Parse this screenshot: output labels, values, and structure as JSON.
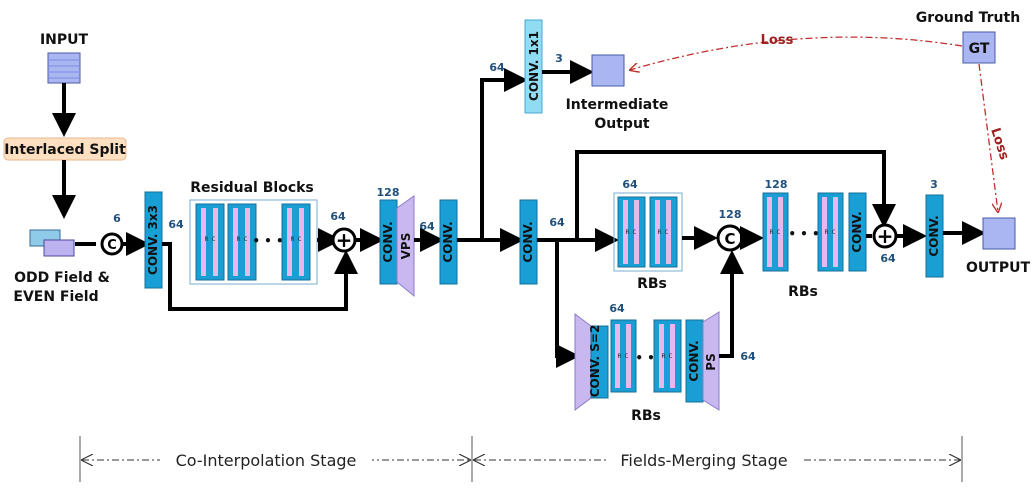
{
  "labels": {
    "input": "INPUT",
    "interlaced_split": "Interlaced Split",
    "odd_even_line1": "ODD Field &",
    "odd_even_line2": "EVEN Field",
    "residual_blocks": "Residual Blocks",
    "intermediate_line1": "Intermediate",
    "intermediate_line2": "Output",
    "ground_truth": "Ground Truth",
    "gt": "GT",
    "loss_top": "Loss",
    "loss_right": "Loss",
    "output": "OUTPUT",
    "rbs_top": "RBs",
    "rbs_bottom": "RBs",
    "rbs_right": "RBs",
    "co_interp_stage": "Co-Interpolation Stage",
    "fields_merging_stage": "Fields-Merging Stage",
    "concat_symbol": "C",
    "plus_symbol": "+",
    "dots": "• • •",
    "rc": "R C"
  },
  "blocks": {
    "conv_3x3": "CONV. 3x3",
    "conv_vps": "CONV.",
    "vps": "VPS",
    "conv_after_vps": "CONV.",
    "conv_1x1": "CONV. 1x1",
    "conv_split": "CONV.",
    "conv_s2": "CONV. S=2",
    "conv_bottom_end": "CONV.",
    "ps": "PS",
    "conv_top_end": "CONV.",
    "conv_final": "CONV."
  },
  "channels": {
    "concat_in": "6",
    "after_conv3x3": "64",
    "after_plus1": "64",
    "vps_out": "128",
    "after_vps_conv": "64",
    "before_1x1": "64",
    "after_1x1": "3",
    "after_split": "64",
    "top_rbs": "64",
    "bottom_rbs": "64",
    "after_ps": "64",
    "concat2_out": "128",
    "top_right_rbs": "128",
    "after_plus2": "64",
    "final_out": "3"
  },
  "colors": {
    "conv_block": "#1a9fd4",
    "conv_block_light": "#8fdcf3",
    "residual_bar_outer": "#1a9fd4",
    "residual_bar_inner": "#e6b8ee",
    "vps_shape": "#c9b8f0",
    "image_square": "#aab6f2",
    "split_box": "#fde0c2",
    "loss_line": "#c03030"
  }
}
